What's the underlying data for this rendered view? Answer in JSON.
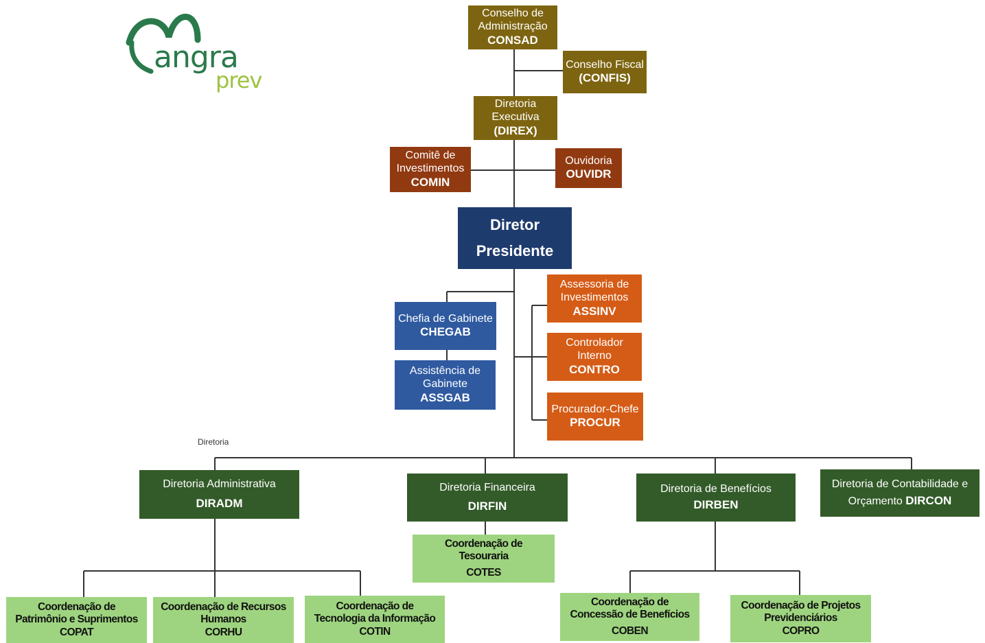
{
  "logo": {
    "word1": "angra",
    "word2": "prev",
    "arc_color": "#2a7a4b",
    "accent_color": "#9cc23f"
  },
  "section_label": "Diretoria",
  "colors": {
    "council": "#7d6410",
    "committee": "#913a12",
    "president": "#1e3b6e",
    "cabinet": "#2f5aa0",
    "advisory": "#d55c17",
    "directorate": "#335b29",
    "coordination": "#9ed47f",
    "connector": "#333333"
  },
  "boxes": {
    "consad": {
      "line1": "Conselho de",
      "line2": "Administração",
      "code": "CONSAD"
    },
    "confis": {
      "line1": "Conselho Fiscal",
      "code": "(CONFIS)"
    },
    "direx": {
      "line1": "Diretoria",
      "line2": "Executiva",
      "code": "(DIREX)"
    },
    "comin": {
      "line1": "Comitê de",
      "line2": "Investimentos",
      "code": "COMIN"
    },
    "ouvidr": {
      "line1": "Ouvidoria",
      "code": "OUVIDR"
    },
    "presidente": {
      "line1": "Diretor",
      "line2": "Presidente"
    },
    "chegab": {
      "line1": "Chefia de Gabinete",
      "code": "CHEGAB"
    },
    "assgab": {
      "line1": "Assistência de",
      "line2": "Gabinete",
      "code": "ASSGAB"
    },
    "assinv": {
      "line1": "Assessoria de",
      "line2": "Investimentos",
      "code": "ASSINV"
    },
    "contro": {
      "line1": "Controlador",
      "line2": "Interno",
      "code": "CONTRO"
    },
    "procur": {
      "line1": "Procurador-Chefe",
      "code": "PROCUR"
    },
    "diradm": {
      "line1": "Diretoria Administrativa",
      "code": "DIRADM"
    },
    "dirfin": {
      "line1": "Diretoria Financeira",
      "code": "DIRFIN"
    },
    "dirben": {
      "line1": "Diretoria de Benefícios",
      "code": "DIRBEN"
    },
    "dircon": {
      "line1": "Diretoria de Contabilidade e",
      "line2": "Orçamento",
      "code": "DIRCON"
    },
    "cotes": {
      "line1": "Coordenação de",
      "line2": "Tesouraria",
      "code": "COTES"
    },
    "copat": {
      "line1": "Coordenação de",
      "line2": "Patrimônio e Suprimentos",
      "code": "COPAT"
    },
    "corhu": {
      "line1": "Coordenação de Recursos",
      "line2": "Humanos",
      "code": "CORHU"
    },
    "cotin": {
      "line1": "Coordenação de",
      "line2": "Tecnologia da Informação",
      "code": "COTIN"
    },
    "coben": {
      "line1": "Coordenação de",
      "line2": "Concessão de Benefícios",
      "code": "COBEN"
    },
    "copro": {
      "line1": "Coordenação de Projetos",
      "line2": "Previdenciários",
      "code": "COPRO"
    }
  }
}
